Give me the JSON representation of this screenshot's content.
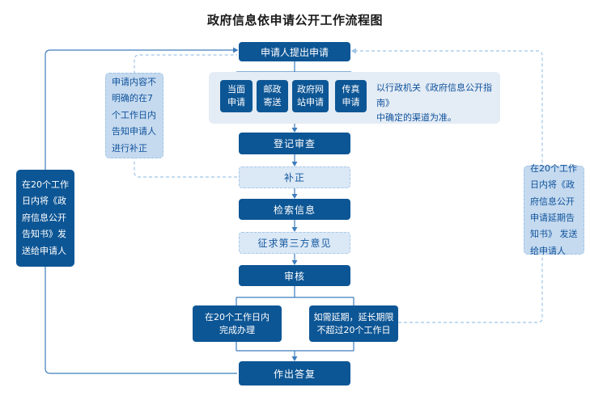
{
  "title": "政府信息依申请公开工作流程图",
  "colors": {
    "primary_box": "#0d5695",
    "light_box_fill": "#dbe8f6",
    "side_note_fill": "#c5daef",
    "panel_fill": "#e4ecf5",
    "solid_line": "#3e7dbd",
    "dashed_line": "#9fc5e8",
    "note_text": "#10529c"
  },
  "nodes": {
    "submit": "申请人提出申请",
    "register": "登记审查",
    "supplement": "补正",
    "search": "检索信息",
    "third_party": "征求第三方意见",
    "review": "审核",
    "complete": "在20个工作日内\n完成办理",
    "extend": "如需延期，延长期限\n不超过20个工作日",
    "reply": "作出答复"
  },
  "channels": [
    {
      "label": "当面\n申请"
    },
    {
      "label": "邮政\n寄送"
    },
    {
      "label": "政府网\n站申请"
    },
    {
      "label": "传真\n申请"
    }
  ],
  "channel_note": "以行政机关《政府信息公开指南》\n中确定的渠道为准。",
  "left_note": "申请内容不明确的在7个工作日内告知申请人进行补正",
  "left_send": "在20个工作日内将《政府信息公开告知书》发送给申请人",
  "right_send": "在20个工作日内将《政府信息公开申请延期告知书》 发送给申请人"
}
